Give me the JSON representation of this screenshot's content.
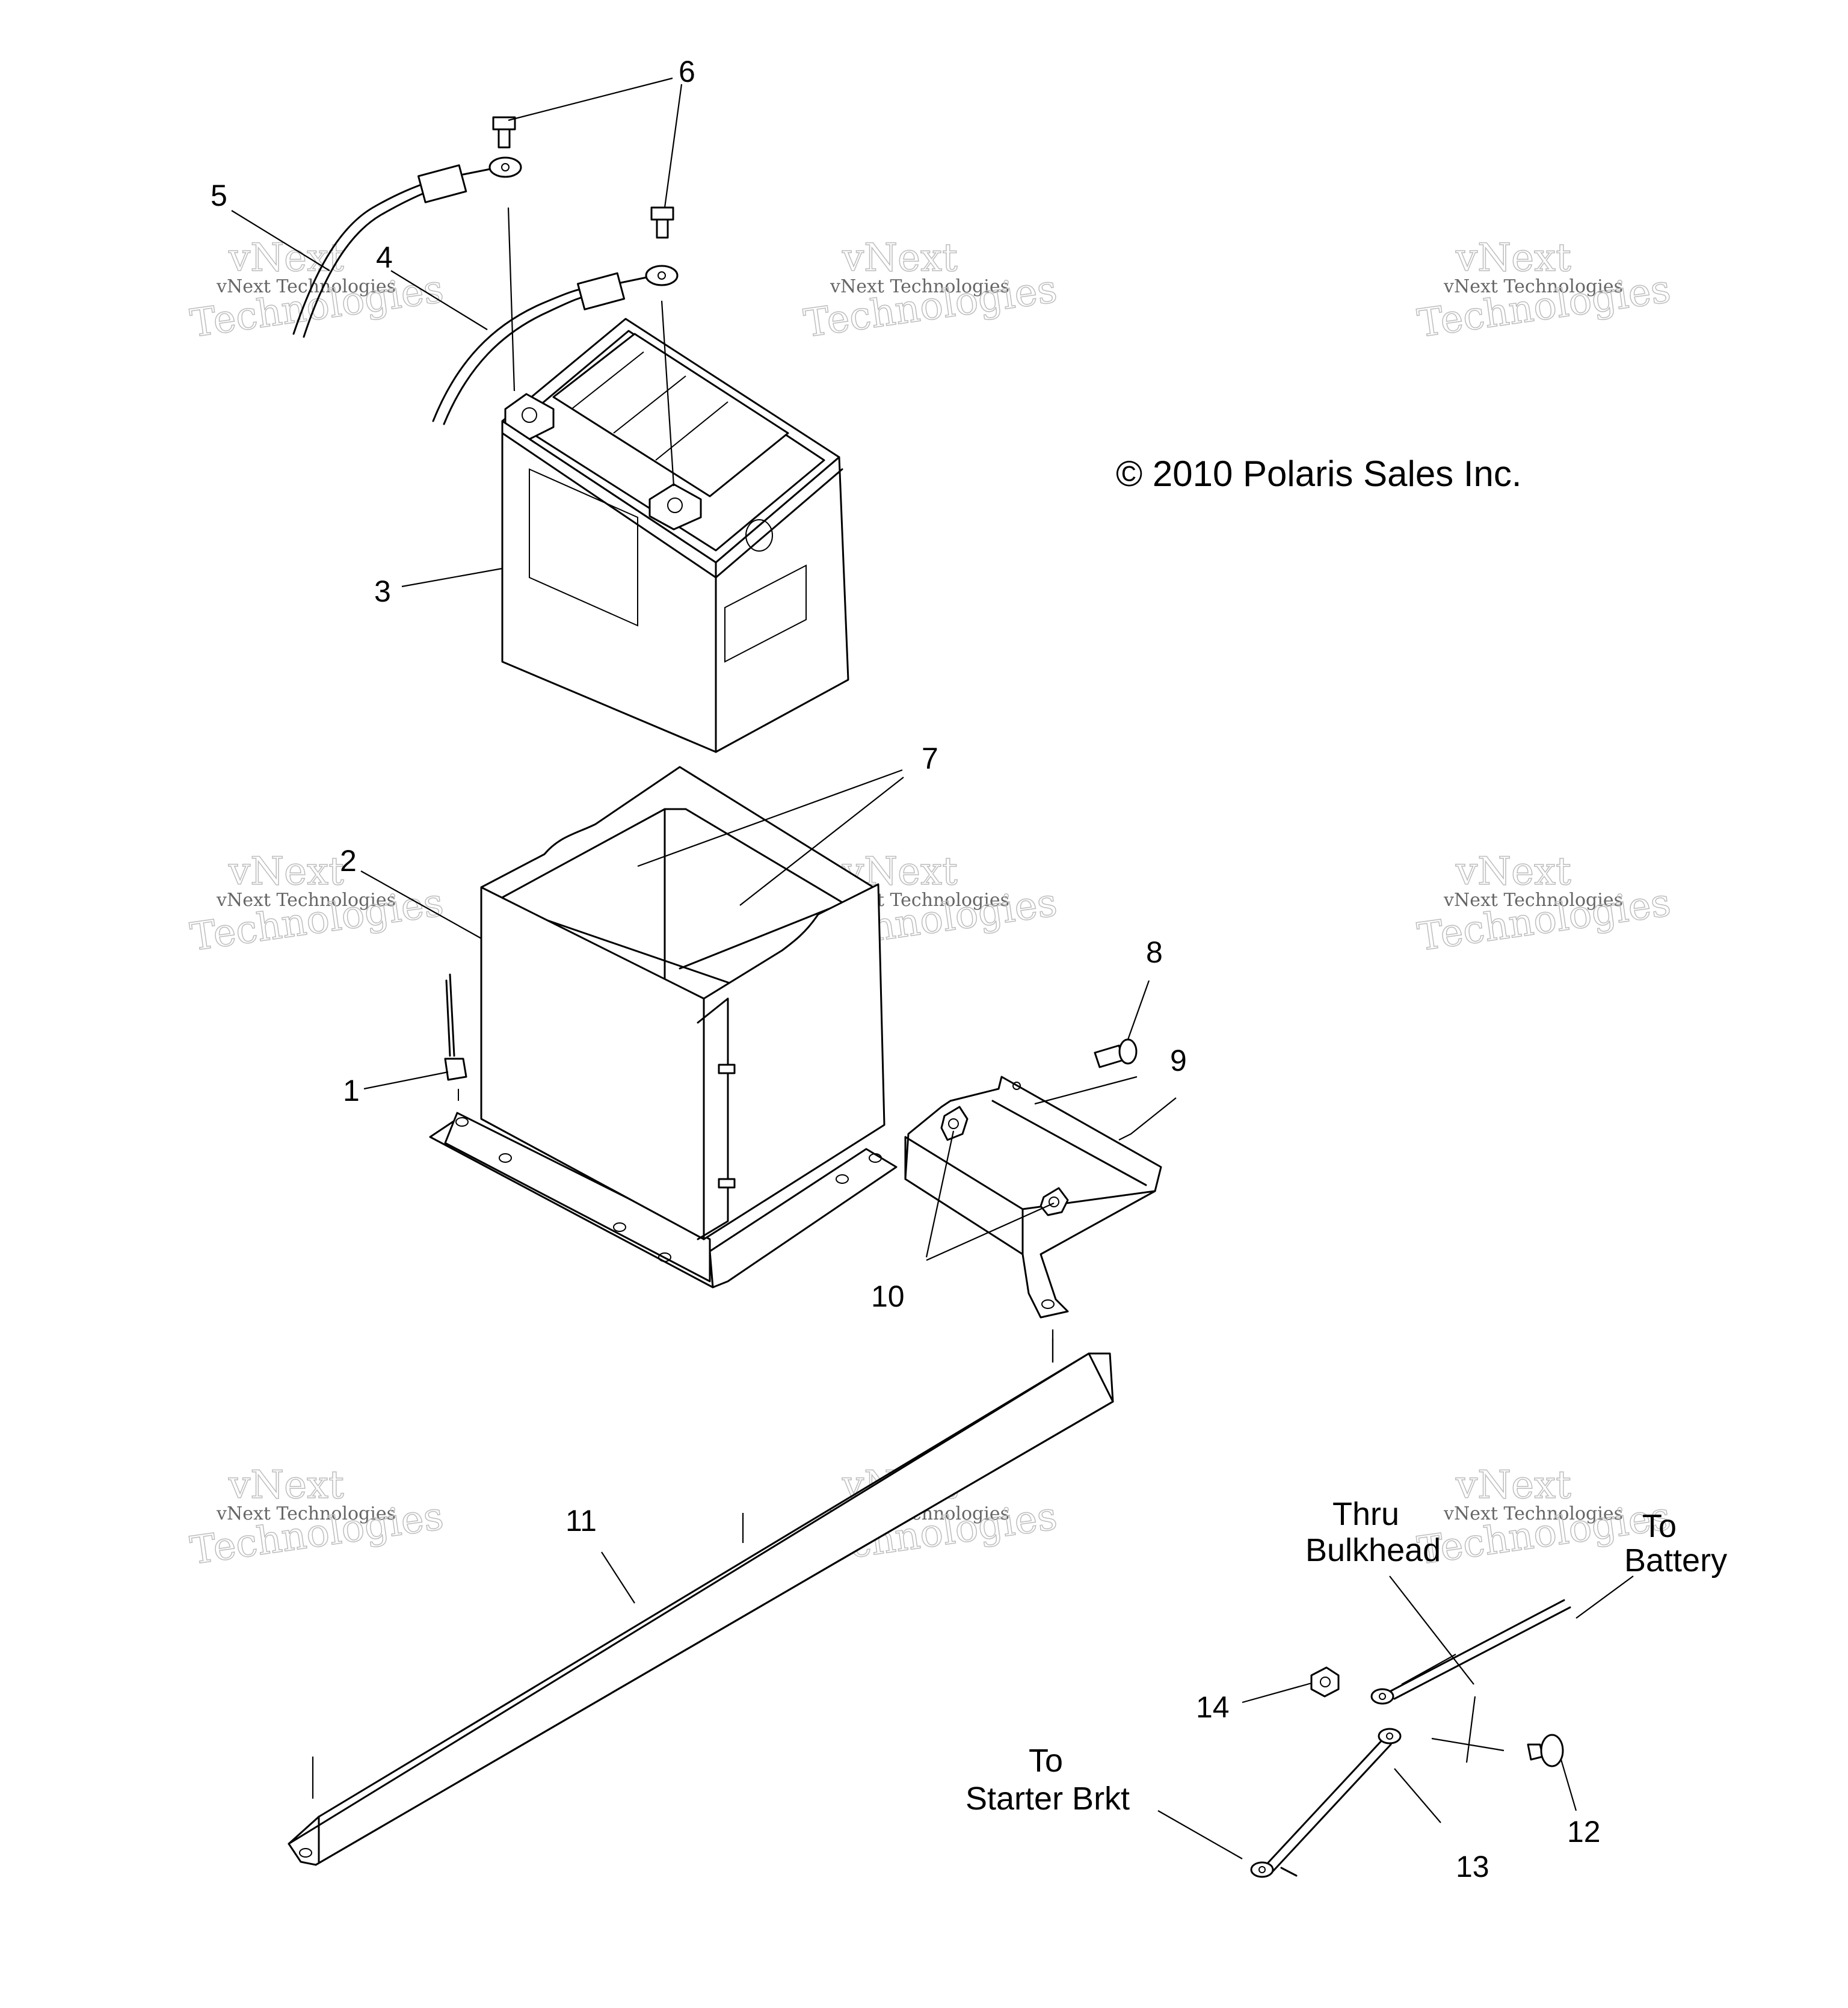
{
  "diagram": {
    "copyright": "© 2010 Polaris Sales Inc.",
    "watermark": {
      "line1": "vNext",
      "line2": "vNext Technologies",
      "line3": "Technologies"
    },
    "callouts": {
      "c1": "1",
      "c2": "2",
      "c3": "3",
      "c4": "4",
      "c5": "5",
      "c6": "6",
      "c7": "7",
      "c8": "8",
      "c9": "9",
      "c10": "10",
      "c11": "11",
      "c12": "12",
      "c13": "13",
      "c14": "14"
    },
    "notes": {
      "thru_line1": "Thru",
      "thru_line2": "Bulkhead",
      "to_battery_line1": "To",
      "to_battery_line2": "Battery",
      "to_starter_line1": "To",
      "to_starter_line2": "Starter Brkt"
    }
  }
}
